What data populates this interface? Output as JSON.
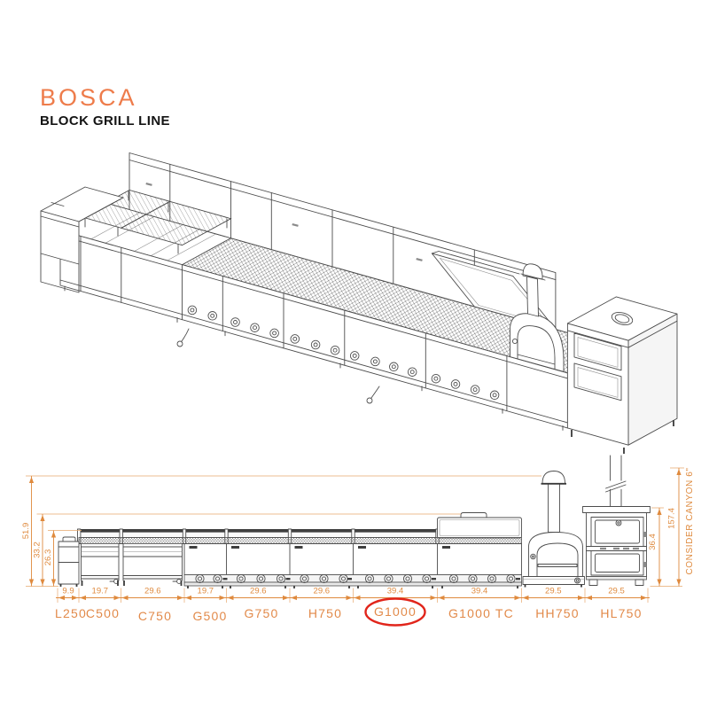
{
  "header": {
    "brand": "BOSCA",
    "product_line": "BLOCK GRILL LINE"
  },
  "palette": {
    "accent_orange": "#df8a3e",
    "title_orange": "#ee7c4b",
    "highlight_red": "#e1251b",
    "drawing_gray": "#4d4d4d"
  },
  "elevation": {
    "units": [
      {
        "model": "L250",
        "width_in": "9.9",
        "highlighted": false
      },
      {
        "model": "C500",
        "width_in": "19.7",
        "highlighted": false
      },
      {
        "model": "C750",
        "width_in": "29.6",
        "highlighted": false
      },
      {
        "model": "G500",
        "width_in": "19.7",
        "highlighted": false
      },
      {
        "model": "G750",
        "width_in": "29.6",
        "highlighted": false
      },
      {
        "model": "H750",
        "width_in": "29.6",
        "highlighted": false
      },
      {
        "model": "G1000",
        "width_in": "39.4",
        "highlighted": true
      },
      {
        "model": "G1000 TC",
        "width_in": "39.4",
        "highlighted": false
      },
      {
        "model": "HH750",
        "width_in": "29.5",
        "highlighted": false
      },
      {
        "model": "HL750",
        "width_in": "29.5",
        "highlighted": false
      }
    ],
    "left_height_dims": [
      "51.9",
      "33.2",
      "26.3"
    ],
    "right_height_dims": [
      "36.4",
      "157.4"
    ],
    "flue_note": "CONSIDER CANYON 6\""
  }
}
